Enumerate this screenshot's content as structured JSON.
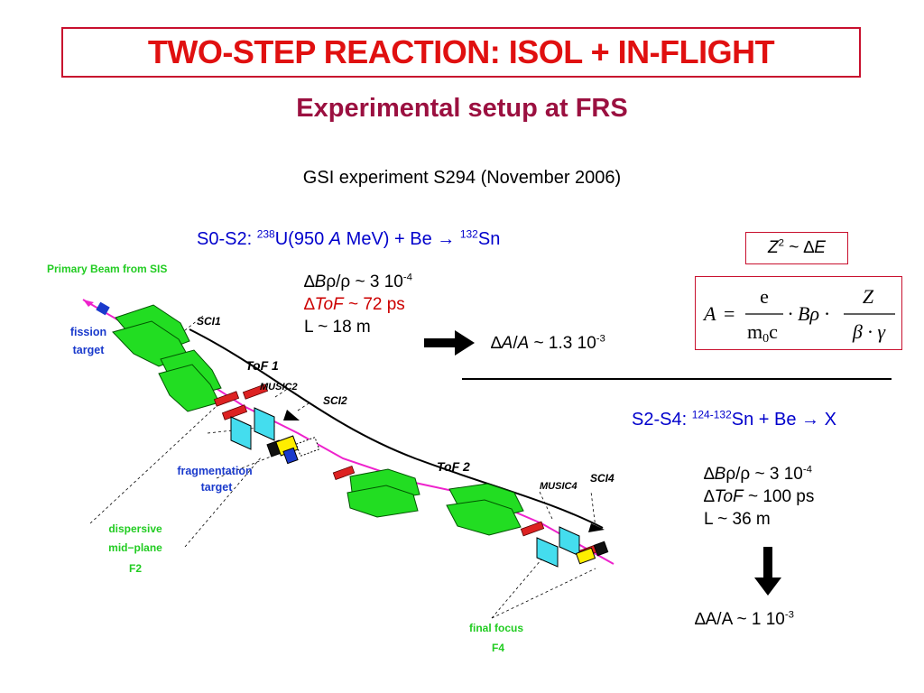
{
  "slide": {
    "title": "TWO-STEP REACTION: ISOL + IN-FLIGHT",
    "subtitle": "Experimental setup at FRS",
    "experiment": "GSI experiment S294 (November 2006)"
  },
  "stage1": {
    "prefix": "S0-S2: ",
    "beam_mass": "238",
    "beam_elem": "U(950 ",
    "beam_A": "A",
    "beam_rest": " MeV) + Be ",
    "arrow": "→",
    "product_mass": "132",
    "product_elem": "Sn",
    "brho_delta": "∆",
    "brho_B": "B",
    "brho_text": "ρ/ρ ~ 3 10",
    "brho_exp": "-4",
    "tof_delta": "∆",
    "tof_label": "ToF",
    "tof_value": " ~ 72 ps",
    "length": "L ~ 18 m",
    "resolution_delta": "∆",
    "resolution_A": "A",
    "resolution_slash": "/",
    "resolution_A2": "A",
    "resolution_value": " ~ 1.3 10",
    "resolution_exp": "-3"
  },
  "stage2": {
    "prefix": "S2-S4: ",
    "range": "124-132",
    "reaction": "Sn + Be ",
    "arrow": "→",
    "product": " X",
    "brho_delta": "∆",
    "brho_B": "B",
    "brho_text": "ρ/ρ ~ 3 10",
    "brho_exp": "-4",
    "tof_delta": "∆",
    "tof_label": "ToF",
    "tof_value": " ~ 100 ps",
    "length": "L ~ 36 m",
    "resolution_text": "∆A/A ~ 1 10",
    "resolution_exp": "-3"
  },
  "z_relation": {
    "Z": "Z",
    "exp": "2",
    "rest": " ~ ∆",
    "E": "E"
  },
  "formula": {
    "lhs": "A",
    "eq": "=",
    "num1": "e",
    "den1_m": "m",
    "den1_sub": "0",
    "den1_c": "c",
    "mid": "· Bρ ·",
    "num2": "Z",
    "den2": "β · γ"
  },
  "diagram": {
    "primary_beam": "Primary Beam from SIS",
    "fission_target_1": "fission",
    "fission_target_2": "target",
    "sci1": "SCI1",
    "tof1": "ToF 1",
    "music2": "MUSIC2",
    "sci2": "SCI2",
    "frag_target_1": "fragmentation",
    "frag_target_2": "target",
    "dispersive_1": "dispersive",
    "dispersive_2": "mid−plane",
    "dispersive_3": "F2",
    "tof2": "ToF 2",
    "music4": "MUSIC4",
    "sci4": "SCI4",
    "final_focus_1": "final focus",
    "final_focus_2": "F4"
  },
  "colors": {
    "title_red": "#e01010",
    "subtitle_maroon": "#9b1040",
    "text_blue": "#0000cc",
    "magnet_green": "#22dd22",
    "label_green": "#22cc22"
  }
}
